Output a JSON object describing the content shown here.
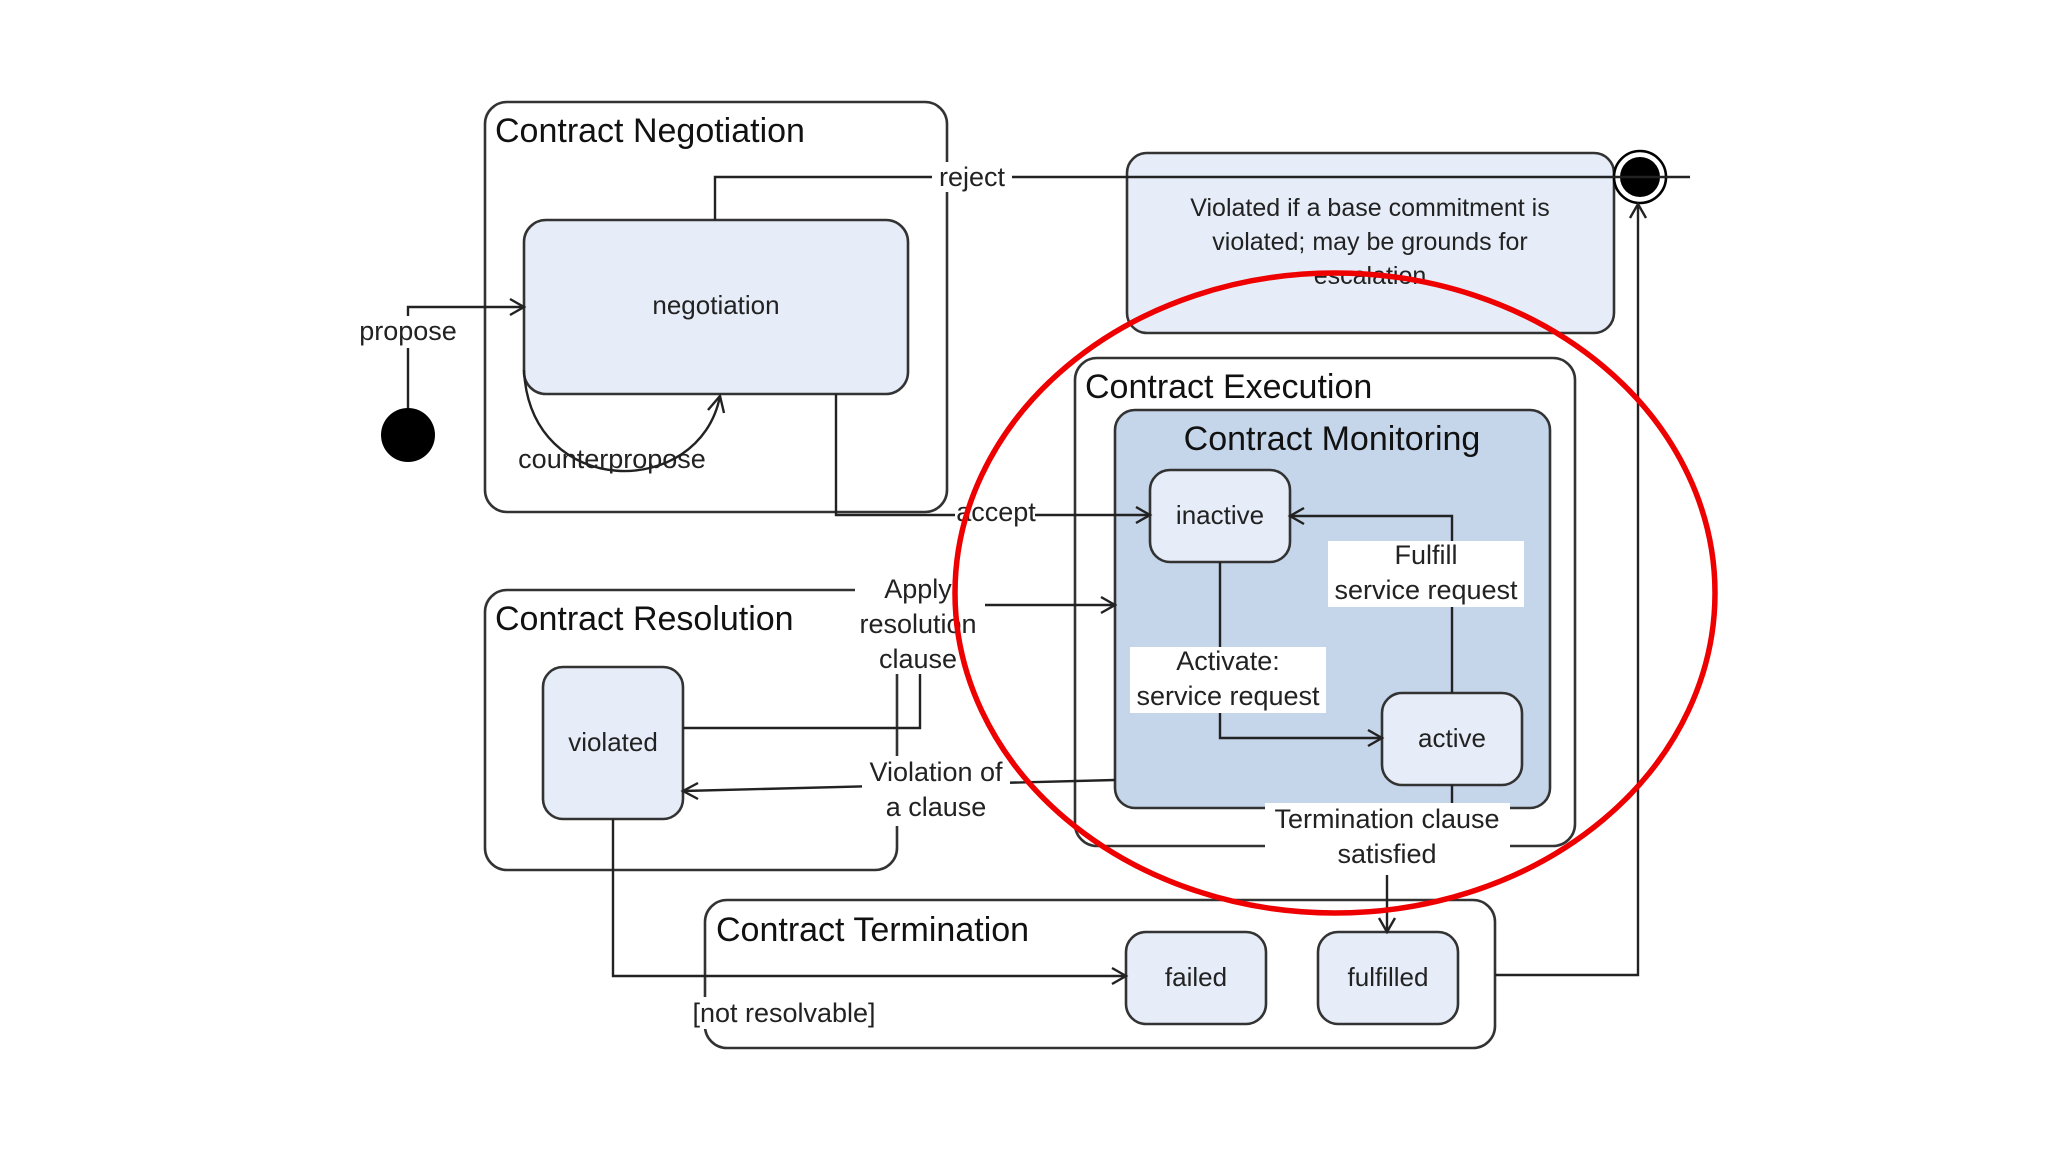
{
  "diagram": {
    "composites": {
      "negotiation": "Contract Negotiation",
      "execution": "Contract Execution",
      "monitoring": "Contract Monitoring",
      "resolution": "Contract Resolution",
      "termination": "Contract Termination"
    },
    "states": {
      "negotiation": "negotiation",
      "inactive": "inactive",
      "active": "active",
      "violated": "violated",
      "failed": "failed",
      "fulfilled": "fulfilled"
    },
    "note": {
      "line1": "Violated if a base commitment is",
      "line2": "violated; may be grounds for",
      "line3": "escalation"
    },
    "transitions": {
      "propose": "propose",
      "reject": "reject",
      "counterpropose": "counterpropose",
      "accept": "accept",
      "apply_resolution_line1": "Apply",
      "apply_resolution_line2": "resolution",
      "apply_resolution_line3": "clause",
      "violation_line1": "Violation of",
      "violation_line2": "a clause",
      "activate_line1": "Activate:",
      "activate_line2": "service request",
      "fulfill_line1": "Fulfill",
      "fulfill_line2": "service request",
      "termination_line1": "Termination clause",
      "termination_line2": "satisfied",
      "not_resolvable": "[not resolvable]"
    },
    "colors": {
      "state_fill": "#e6edf8",
      "monitoring_fill": "#c5d5ea",
      "highlight_circle": "#ee0000"
    }
  }
}
